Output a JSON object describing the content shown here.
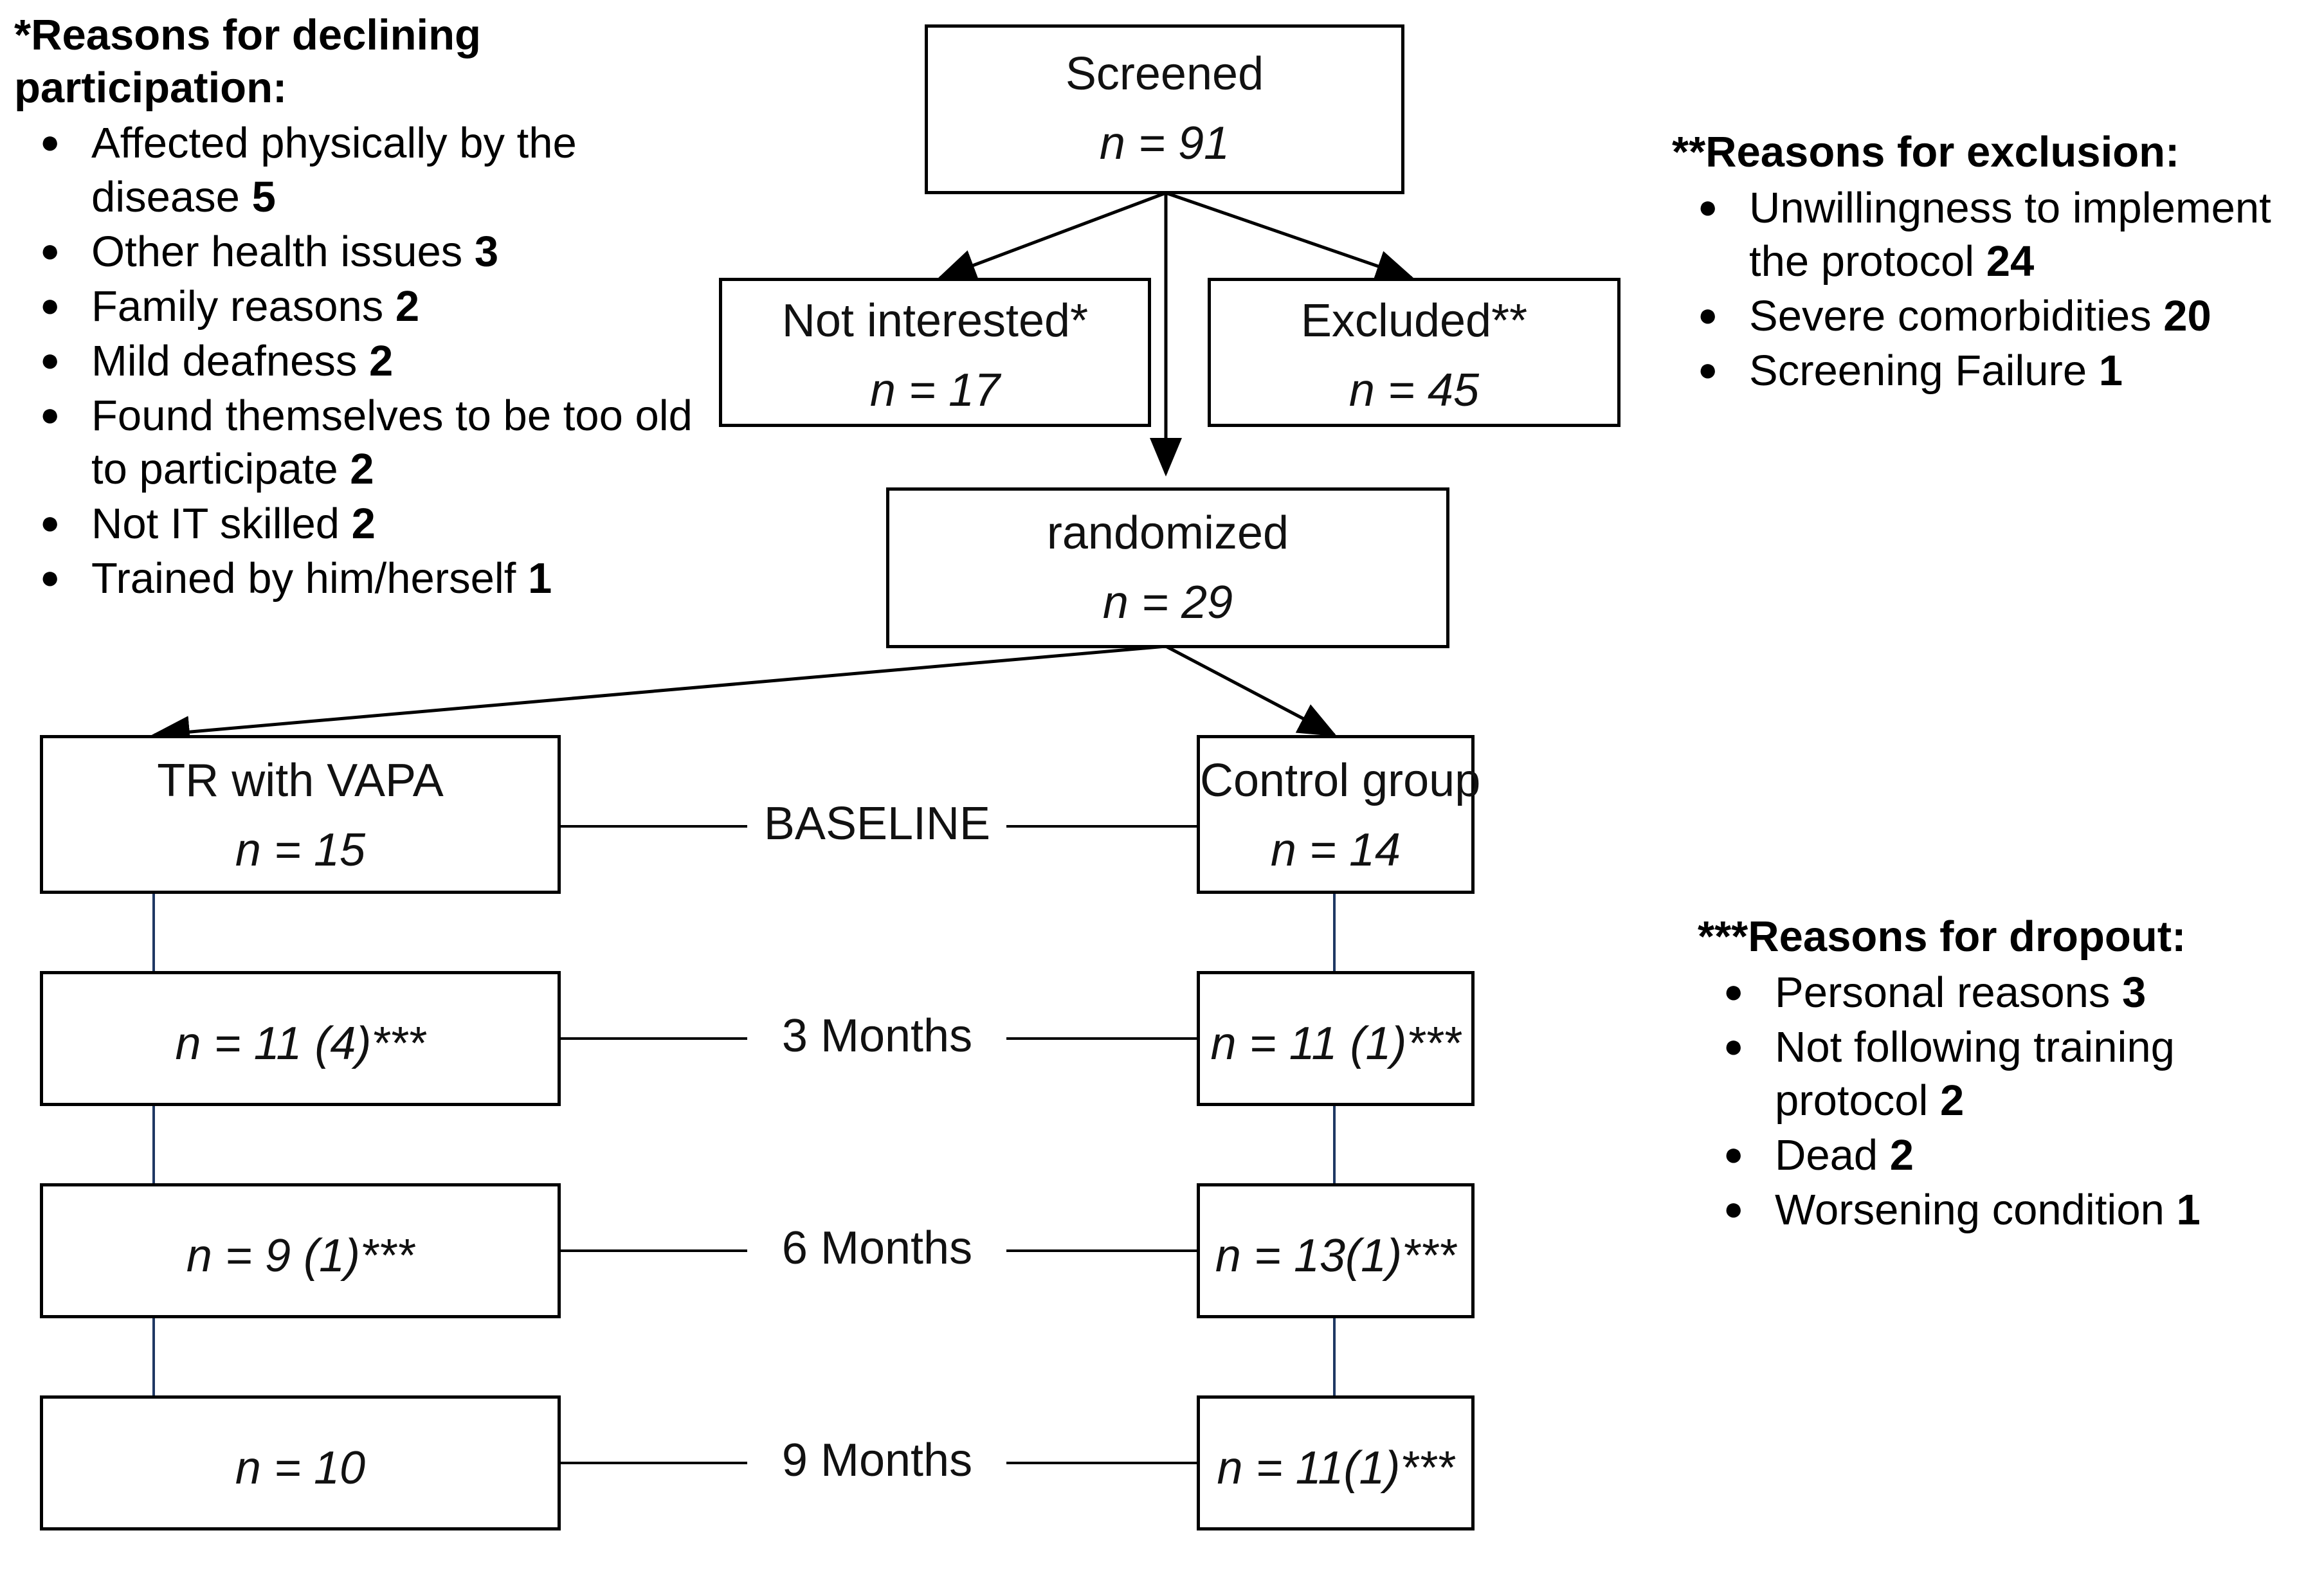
{
  "diagram": {
    "title": "CONSORT participant flow diagram",
    "accent_connector_color": "#1f3864",
    "line_color": "#000000"
  },
  "boxes": {
    "screened": {
      "label": "Screened",
      "n": "n = 91"
    },
    "not_interested": {
      "label": "Not interested*",
      "n": "n = 17"
    },
    "excluded": {
      "label": "Excluded**",
      "n": "n = 45"
    },
    "randomized": {
      "label": "randomized",
      "n": "n = 29"
    },
    "intervention_baseline": {
      "label": "TR with VAPA",
      "n": "n = 15"
    },
    "control_baseline": {
      "label": "Control group",
      "n": "n = 14"
    },
    "intervention_3m": {
      "n": "n = 11 (4)***"
    },
    "control_3m": {
      "n": "n = 11 (1)***"
    },
    "intervention_6m": {
      "n": "n = 9 (1)***"
    },
    "control_6m": {
      "n": "n = 13(1)***"
    },
    "intervention_9m": {
      "n": "n = 10"
    },
    "control_9m": {
      "n": "n = 11(1)***"
    }
  },
  "timeline": {
    "baseline": "BASELINE",
    "month3": "3 Months",
    "month6": "6 Months",
    "month9": "9 Months"
  },
  "notes": {
    "declining": {
      "heading_marker": "*",
      "heading": "Reasons for declining participation",
      "heading_suffix": ":",
      "heading_full": "*Reasons for declining participation:",
      "items": [
        {
          "text": "Affected physically by the disease",
          "count": "5"
        },
        {
          "text": "Other health issues",
          "count": "3"
        },
        {
          "text": "Family reasons",
          "count": "2"
        },
        {
          "text": "Mild deafness ",
          "count": "2"
        },
        {
          "text": "Found themselves to be too old to participate",
          "count": "2"
        },
        {
          "text": "Not IT skilled",
          "count": "2"
        },
        {
          "text": "Trained by him/herself ",
          "count": "1"
        }
      ]
    },
    "exclusion": {
      "heading_full": "**Reasons for exclusion:",
      "items": [
        {
          "text": "Unwillingness to implement the protocol",
          "count": "24"
        },
        {
          "text": "Severe comorbidities",
          "count": "20"
        },
        {
          "text": "Screening Failure",
          "count": "1"
        }
      ]
    },
    "dropout": {
      "heading_full": "***Reasons for dropout:",
      "items": [
        {
          "text": "Personal reasons",
          "count": "3"
        },
        {
          "text": "Not following training protocol",
          "count": "2"
        },
        {
          "text": "Dead",
          "count": "2"
        },
        {
          "text": "Worsening condition",
          "count": "1"
        }
      ]
    }
  },
  "icons": {
    "bullet": "●"
  }
}
